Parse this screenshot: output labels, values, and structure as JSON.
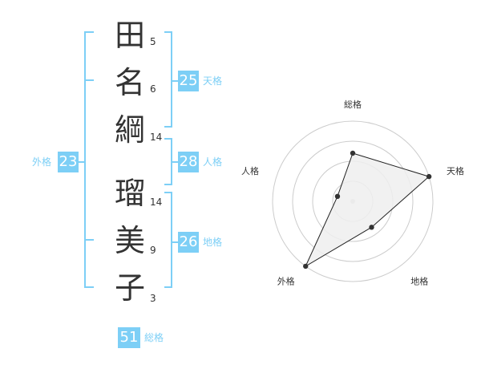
{
  "name": {
    "chars": [
      {
        "char": "田",
        "strokes": "5"
      },
      {
        "char": "名",
        "strokes": "6"
      },
      {
        "char": "綱",
        "strokes": "14"
      },
      {
        "char": "瑠",
        "strokes": "14"
      },
      {
        "char": "美",
        "strokes": "9"
      },
      {
        "char": "子",
        "strokes": "3"
      }
    ]
  },
  "fortunes": {
    "tenkaku": {
      "value": "25",
      "label": "天格"
    },
    "jinkaku": {
      "value": "28",
      "label": "人格"
    },
    "chikaku": {
      "value": "26",
      "label": "地格"
    },
    "gaikaku": {
      "value": "23",
      "label": "外格"
    },
    "soukaku": {
      "value": "51",
      "label": "総格"
    }
  },
  "colors": {
    "accent": "#7dcff6",
    "text": "#333333",
    "grid": "#cccccc",
    "fill": "#eeeeee"
  },
  "chart_data": {
    "type": "radar",
    "axes": [
      "総格",
      "天格",
      "地格",
      "外格",
      "人格"
    ],
    "max": 5,
    "values": [
      3,
      5,
      2,
      5,
      1
    ],
    "grid_rings": 4
  }
}
